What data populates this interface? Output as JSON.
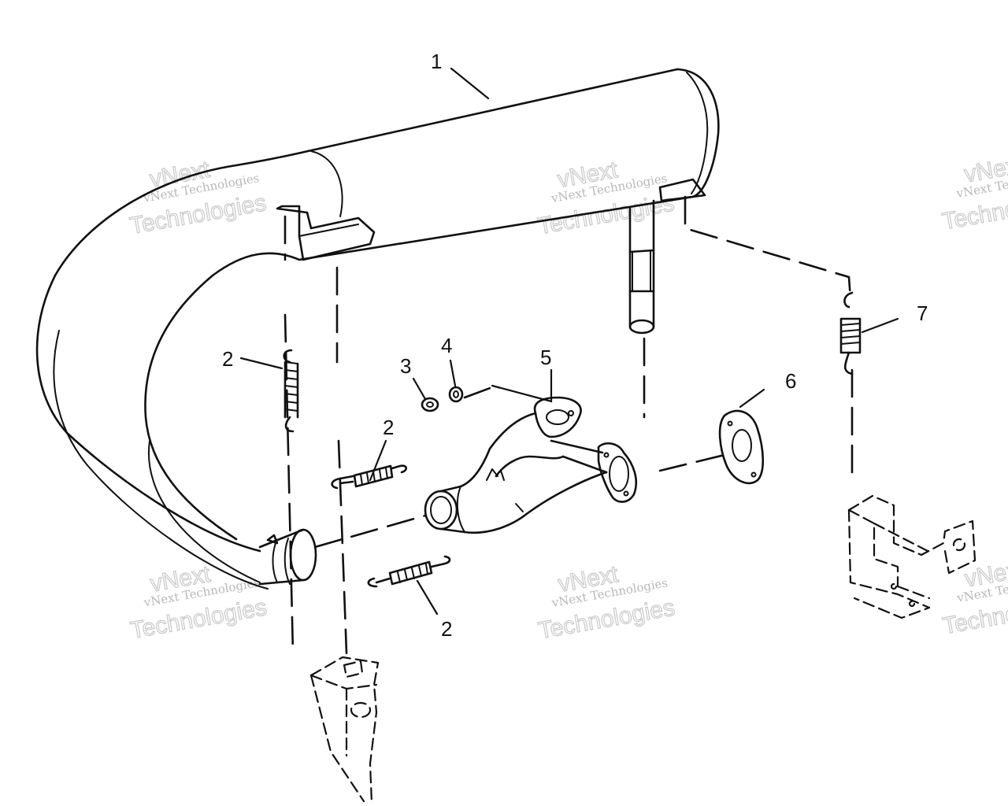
{
  "diagram": {
    "callouts": {
      "c1": "1",
      "c2a": "2",
      "c2b": "2",
      "c2c": "2",
      "c3": "3",
      "c4": "4",
      "c5": "5",
      "c6": "6",
      "c7": "7"
    },
    "watermark": {
      "brand_small": "vNext Technologies",
      "brand_top": "vNext",
      "brand_bottom": "Technologies"
    }
  }
}
